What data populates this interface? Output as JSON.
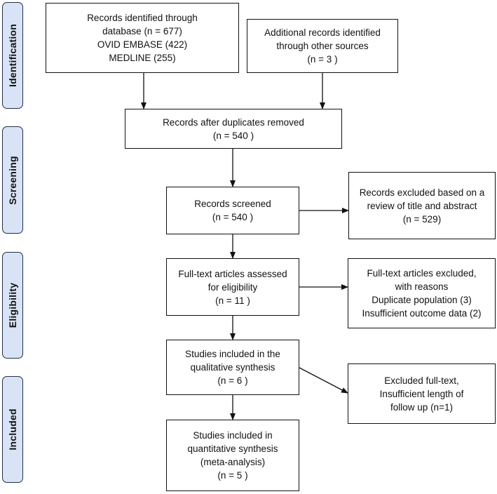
{
  "stages": {
    "identification": "Identification",
    "screening": "Screening",
    "eligibility": "Eligibility",
    "included": "Included"
  },
  "boxes": {
    "records_identified": [
      "Records identified through",
      "database (n = 677)",
      "OVID EMBASE (422)",
      "MEDLINE (255)"
    ],
    "additional_records": [
      "Additional records identified",
      "through other sources",
      "(n = 3 )"
    ],
    "after_duplicates": [
      "Records after duplicates removed",
      "(n = 540 )"
    ],
    "screened": [
      "Records screened",
      "(n = 540 )"
    ],
    "excluded_title_abstract": [
      "Records excluded based on a",
      "review of title and abstract",
      "(n = 529)"
    ],
    "fulltext_assessed": [
      "Full-text articles assessed",
      "for eligibility",
      "(n = 11 )"
    ],
    "fulltext_excluded": [
      "Full-text articles excluded,",
      "with reasons",
      "Duplicate population (3)",
      "Insufficient outcome data (2)"
    ],
    "qualitative": [
      "Studies included in the",
      "qualitative synthesis",
      "(n = 6 )"
    ],
    "excluded_followup": [
      "Excluded full-text,",
      "Insufficient length of",
      "follow up (n=1)"
    ],
    "quantitative": [
      "Studies included in",
      "quantitative synthesis",
      "(meta-analysis)",
      "(n = 5 )"
    ]
  },
  "colors": {
    "stage_fill": "#d8e4f5",
    "stage_border": "#1f2f4d",
    "box_border": "#111111",
    "arrow": "#111111"
  }
}
